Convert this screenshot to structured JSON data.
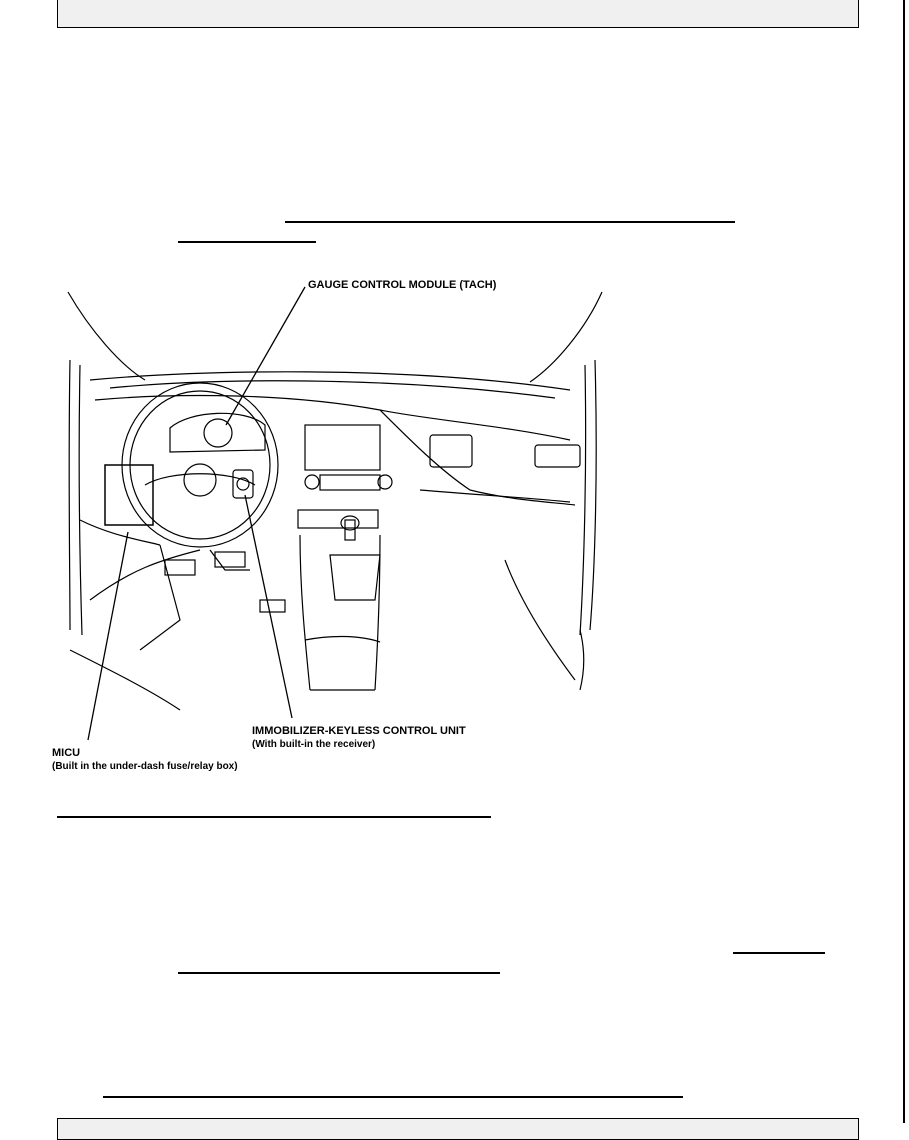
{
  "labels": {
    "gauge": "GAUGE CONTROL MODULE (TACH)",
    "immobilizer": "IMMOBILIZER-KEYLESS CONTROL UNIT",
    "immobilizer_sub": "(With built-in the receiver)",
    "micu": "MICU",
    "micu_sub": "(Built in the under-dash fuse/relay box)"
  }
}
